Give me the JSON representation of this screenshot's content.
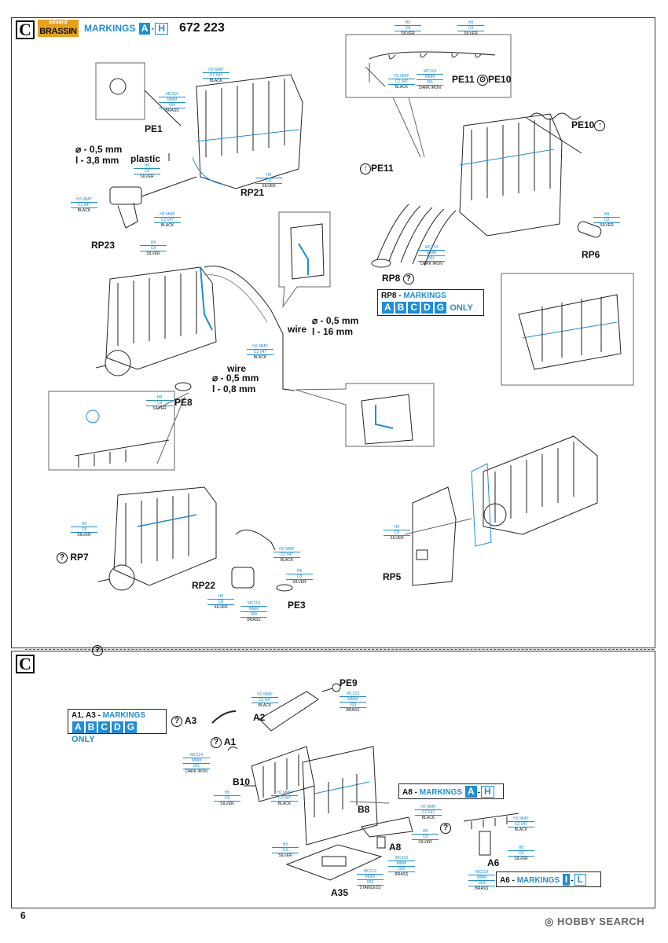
{
  "header": {
    "step": "C",
    "brand_top": "eduard",
    "brand_bottom": "BRASSIN",
    "markings_label": "MARKINGS",
    "markings_from": "A",
    "markings_to": "H",
    "part_no": "672 223"
  },
  "upper": {
    "parts": {
      "pe1": "PE1",
      "rp21": "RP21",
      "rp23": "RP23",
      "pe11": "PE11",
      "pe10": "PE10",
      "pe11_pe10": "PE11",
      "pe10_target": "PE10",
      "pe10_arrow": "PE10",
      "pe11_arrow": "PE11",
      "rp6": "RP6",
      "rp8": "RP8",
      "pe8": "PE8",
      "rp7": "RP7",
      "rp22": "RP22",
      "pe3": "PE3",
      "rp5": "RP5"
    },
    "dims": {
      "plastic": "⌀ - 0,5 mm\nl - 3,8 mm",
      "plastic_label": "plastic",
      "wire1_label": "wire",
      "wire1": "⌀ - 0,5 mm\nl - 16 mm",
      "wire2_label": "wire",
      "wire2": "⌀ - 0,5 mm\nl - 0,8 mm"
    },
    "rp8_box": {
      "title": "RP8 -",
      "markings": "MARKINGS",
      "letters": [
        "A",
        "B",
        "C",
        "D",
        "G"
      ],
      "only": "ONLY"
    }
  },
  "lower": {
    "step": "C",
    "parts": {
      "pe9": "PE9",
      "a2": "A2",
      "a3": "A3",
      "a1": "A1",
      "b10": "B10",
      "b8": "B8",
      "a8": "A8",
      "a6": "A6",
      "a35": "A35"
    },
    "a1a3_box": {
      "title": "A1, A3 -",
      "markings": "MARKINGS",
      "letters": [
        "A",
        "B",
        "C",
        "D",
        "G"
      ],
      "only": "ONLY"
    },
    "a8_box": {
      "title": "A8 -",
      "markings": "MARKINGS",
      "from": "A",
      "to": "H"
    },
    "a6_box": {
      "title": "A6 -",
      "markings": "MARKINGS",
      "from": "I",
      "to": "L"
    }
  },
  "paints": {
    "brass": {
      "a": "MC219",
      "b": "MMM",
      "c": "009",
      "name": "BRASS"
    },
    "black": {
      "a": "H2",
      "a2": "MMP",
      "b": "C2",
      "b2": "047",
      "name": "BLACK"
    },
    "silver": {
      "a": "H8",
      "b": "C8",
      "name": "SILVER"
    },
    "dark_iron": {
      "a": "MC214",
      "b": "MMM",
      "c": "001",
      "name": "DARK IRON"
    },
    "stainless": {
      "a": "MC213",
      "b": "MMM",
      "c": "006",
      "name": "STAINLESS"
    }
  },
  "footer": {
    "page": "6",
    "watermark": "HOBBY SEARCH"
  },
  "colors": {
    "accent_blue": "#1d8ed8",
    "brand_orange": "#e8a21a"
  }
}
